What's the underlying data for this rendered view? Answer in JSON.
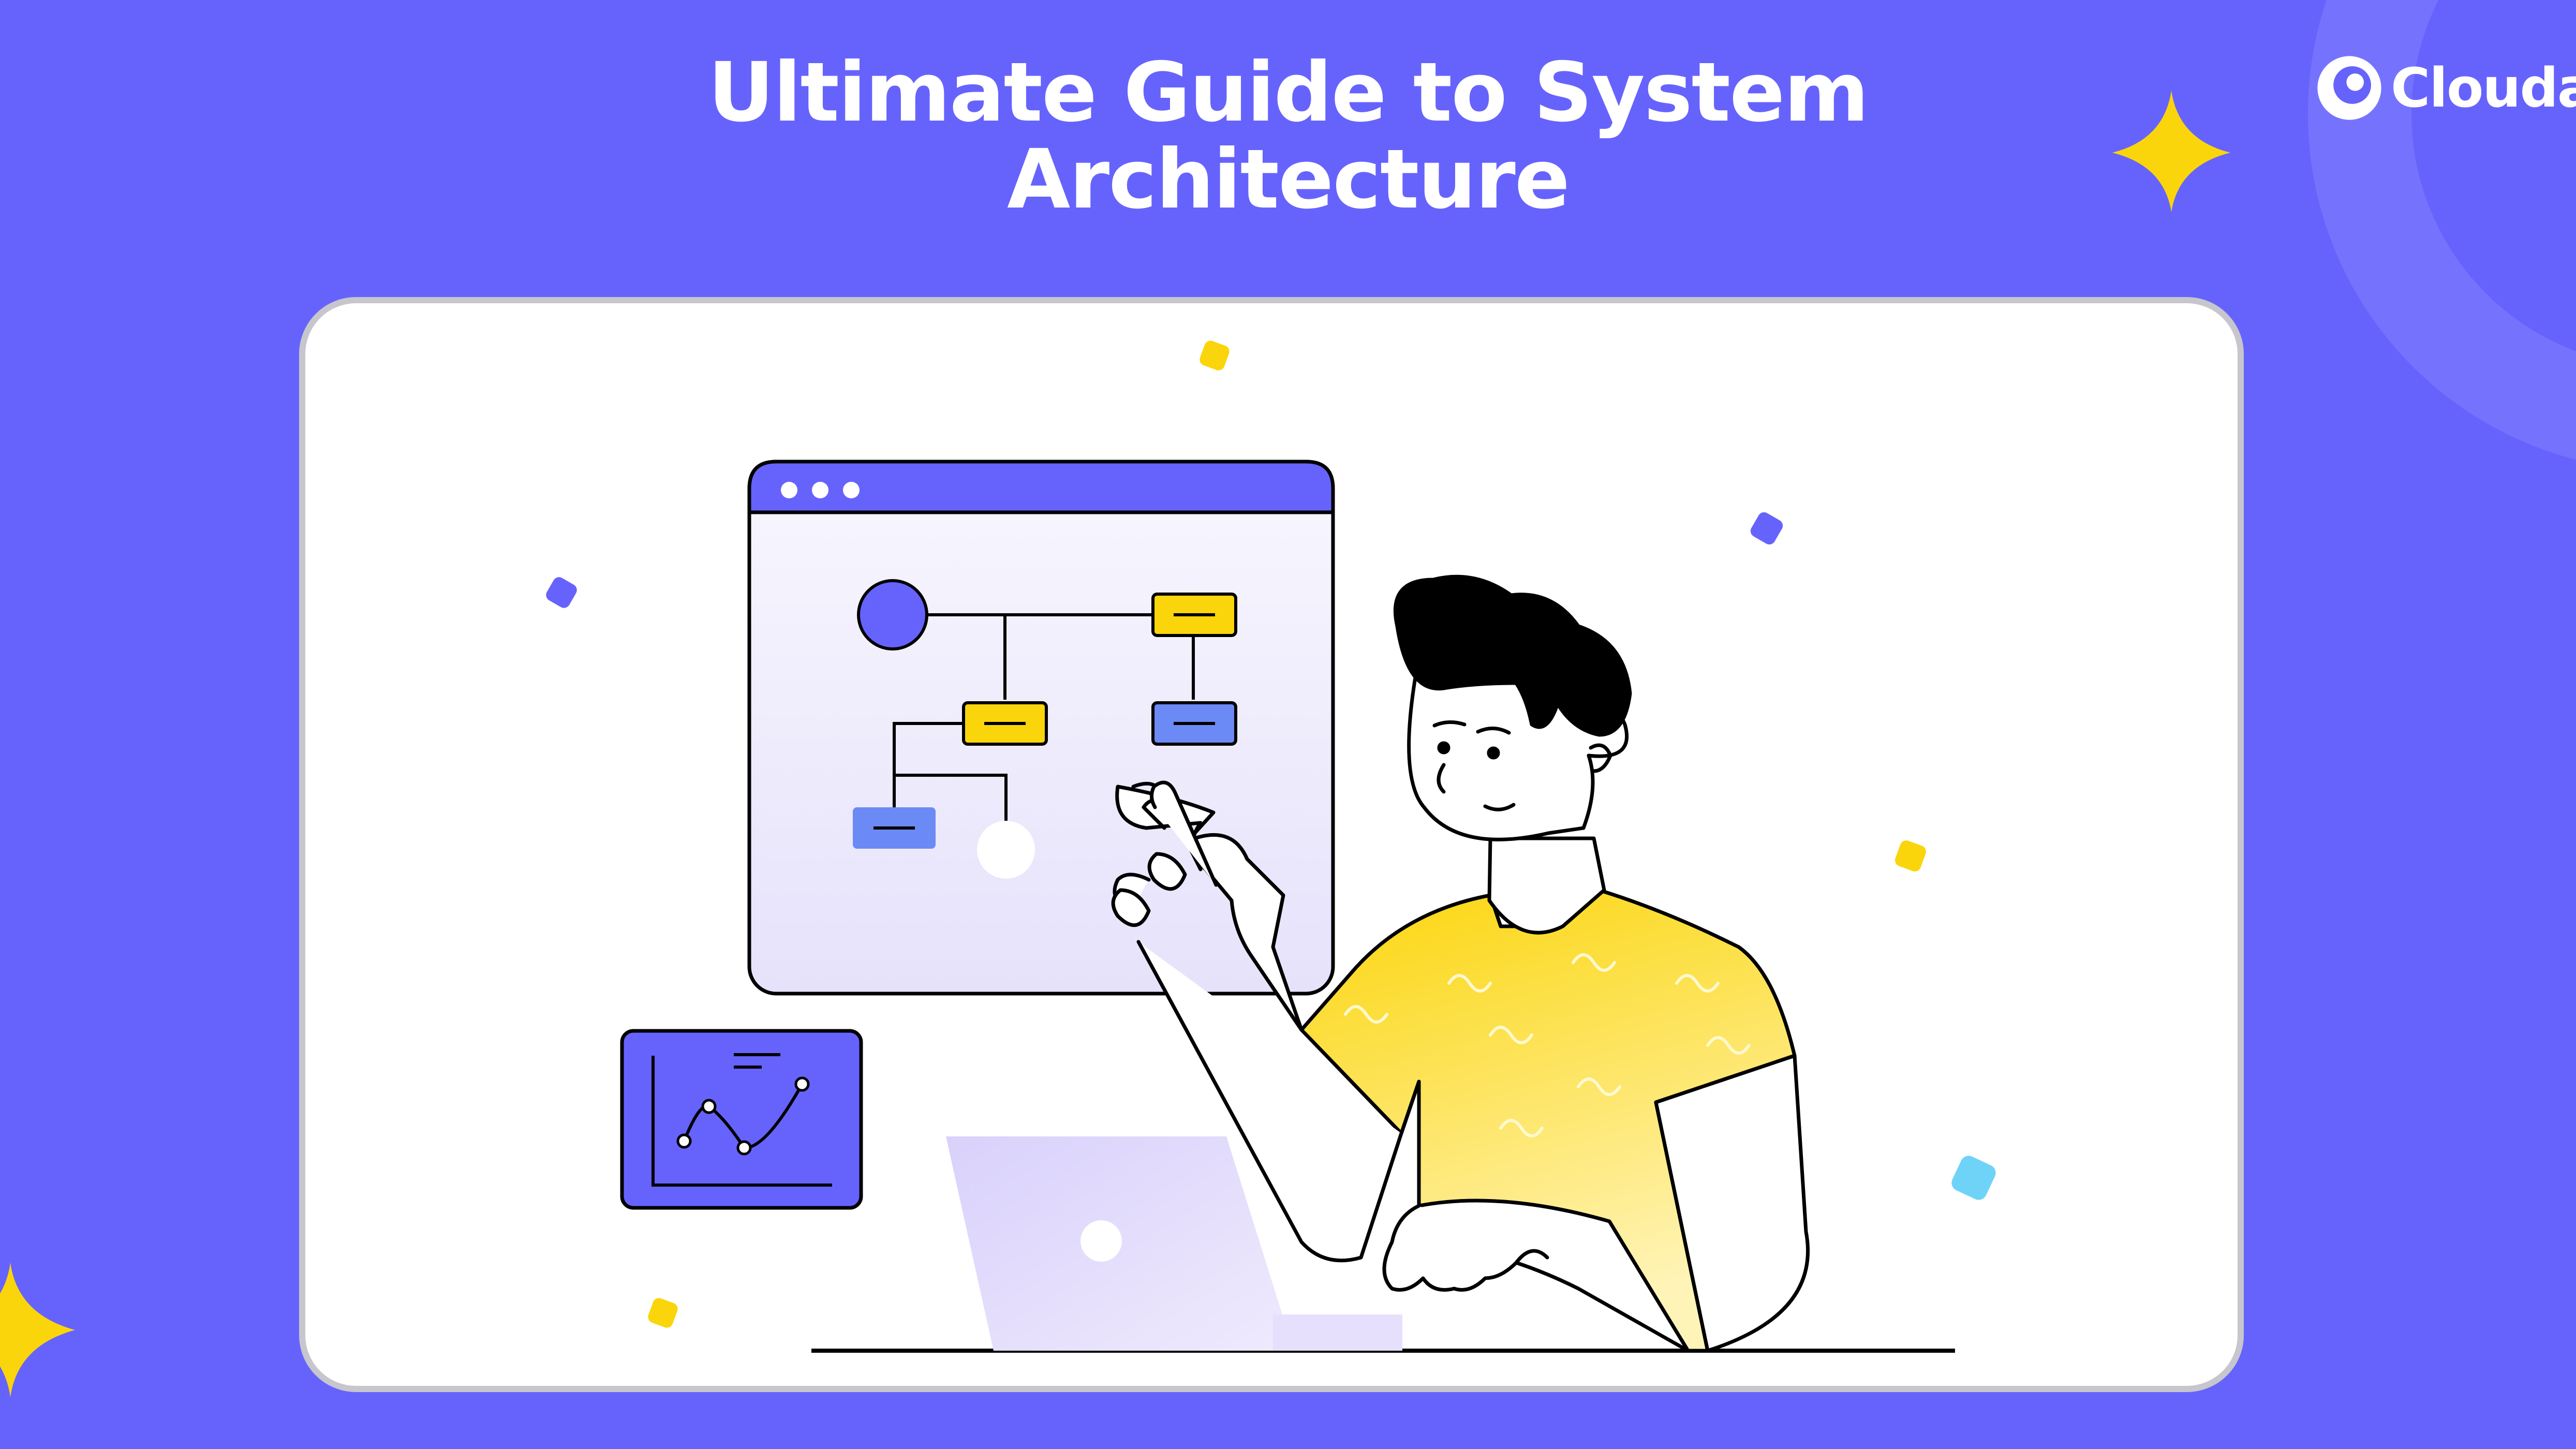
{
  "header": {
    "title_line1": "Ultimate Guide to System",
    "title_line2": "Architecture"
  },
  "brand": {
    "name": "Cloudai",
    "logo_icon": "cloudai-swirl-icon"
  },
  "colors": {
    "background": "#6663fd",
    "card": "#ffffff",
    "card_border": "#c6c6cc",
    "accent_yellow": "#fbd50b",
    "accent_purple": "#6663fd",
    "accent_blue": "#6c8af5",
    "accent_cyan": "#6fd3f8",
    "ink": "#000000"
  },
  "illustration": {
    "scene": "person-pointing-at-architecture-diagram",
    "icons": [
      "browser-window-icon",
      "flowchart-icon",
      "line-chart-icon",
      "laptop-icon",
      "sparkle-icon",
      "confetti-icon"
    ]
  }
}
